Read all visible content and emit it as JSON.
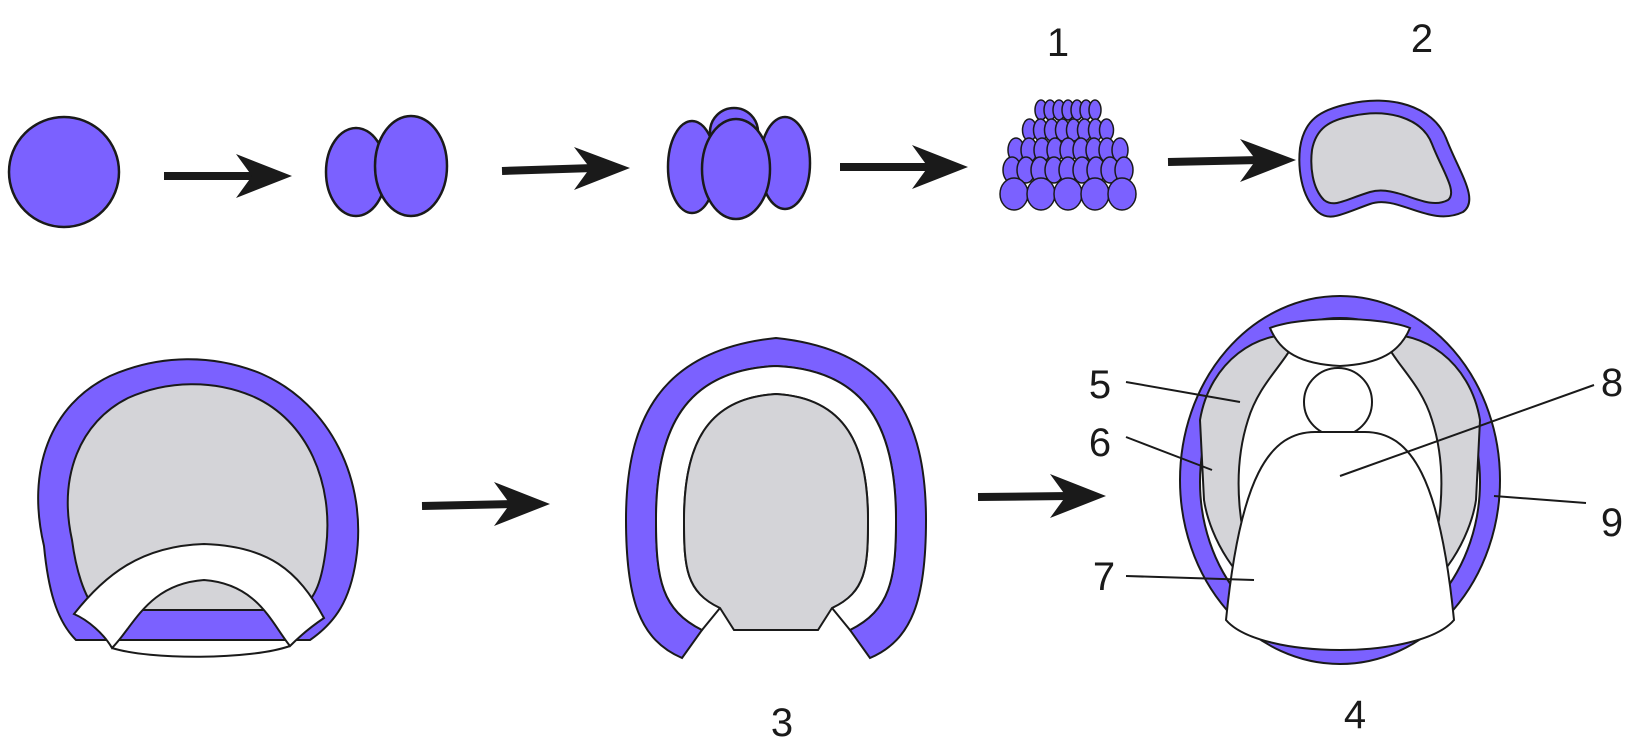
{
  "diagram": {
    "colors": {
      "ectoderm": "#7b61ff",
      "endoderm": "#ffffff",
      "mesoderm": "#d4d4d8",
      "cavity": "#d4d4d8",
      "outline": "#1a1a1a",
      "arrow": "#1a1a1a"
    },
    "stage_labels": {
      "s1": "1",
      "s2": "2",
      "s3": "3",
      "s4": "4"
    },
    "callouts": {
      "c5": "5",
      "c6": "6",
      "c7": "7",
      "c8": "8",
      "c9": "9"
    }
  }
}
